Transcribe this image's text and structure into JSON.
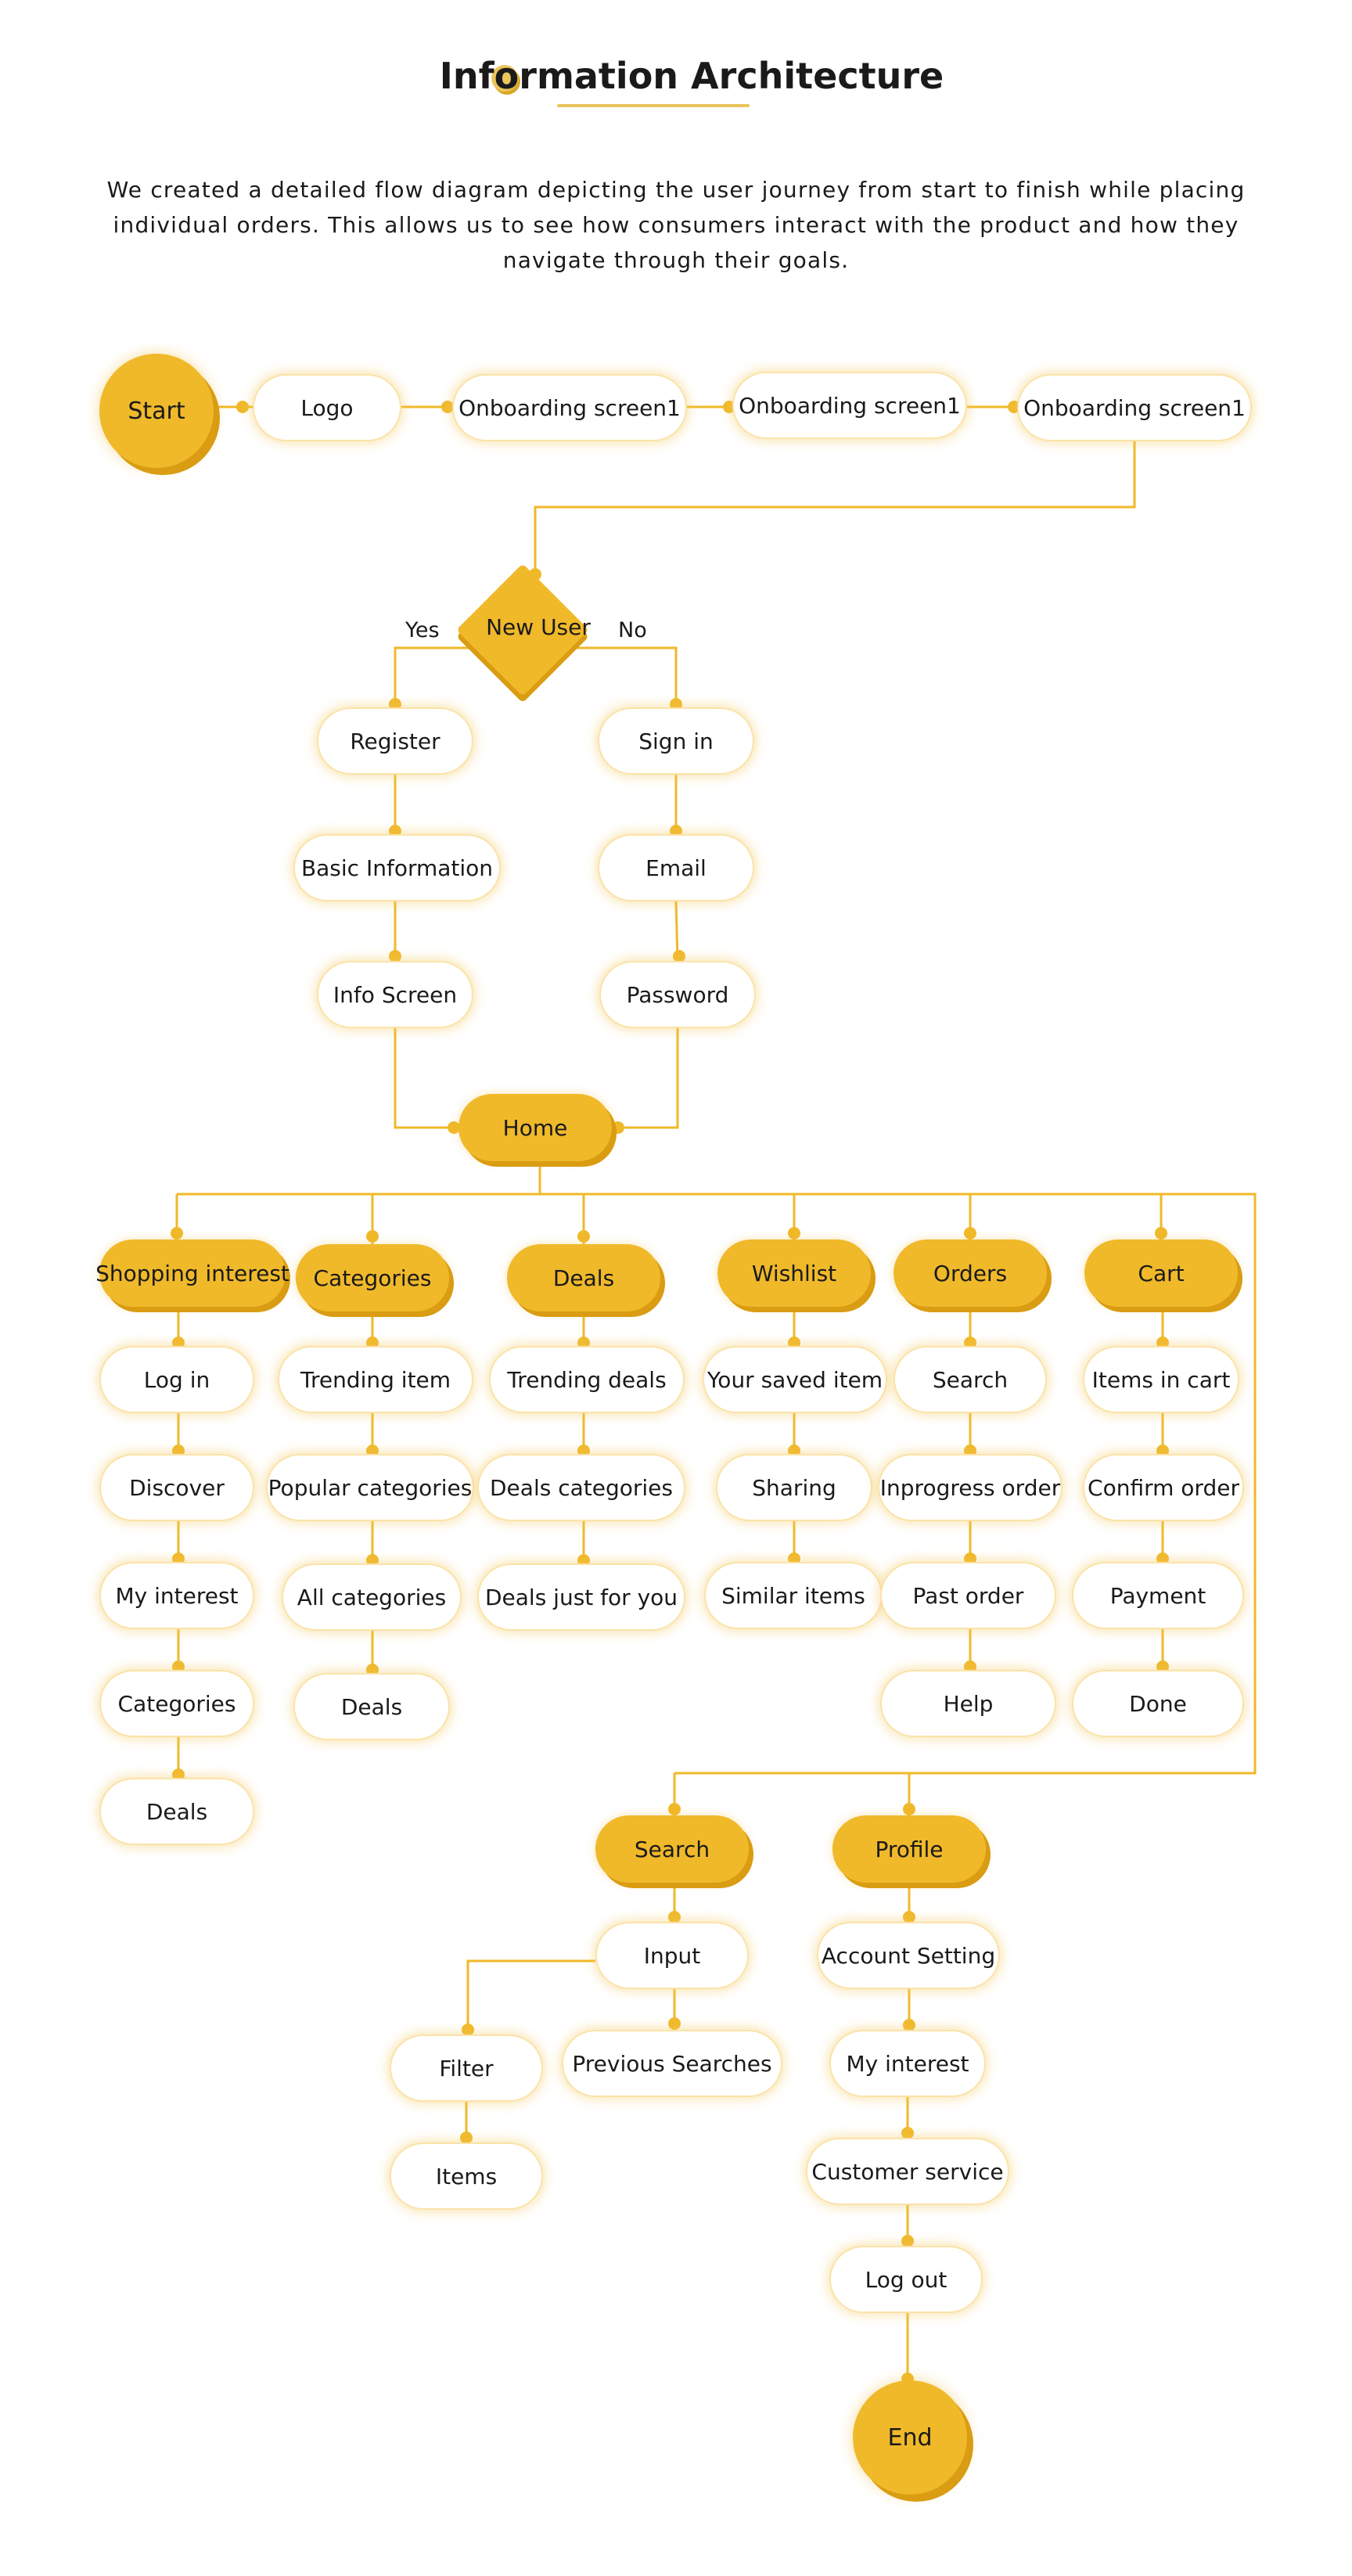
{
  "header": {
    "title": "Information Architecture",
    "description": "We created a detailed flow diagram depicting the user journey from start to finish while placing individual orders. This allows us to see how consumers interact with the product and how they navigate through their goals."
  },
  "colors": {
    "accent": "#f0b92a",
    "accent_dark": "#d99c12",
    "line": "#f0b92a",
    "glow": "#fbe3a8"
  },
  "flow": {
    "start": "Start",
    "top_row": [
      "Logo",
      "Onboarding screen1",
      "Onboarding screen1",
      "Onboarding screen1"
    ],
    "decision": {
      "label": "New User",
      "yes": "Yes",
      "no": "No"
    },
    "register_path": [
      "Register",
      "Basic Information",
      "Info Screen"
    ],
    "signin_path": [
      "Sign in",
      "Email",
      "Password"
    ],
    "home": "Home",
    "columns": [
      {
        "head": "Shopping interest",
        "items": [
          "Log in",
          "Discover",
          "My interest",
          "Categories",
          "Deals"
        ]
      },
      {
        "head": "Categories",
        "items": [
          "Trending item",
          "Popular categories",
          "All categories",
          "Deals"
        ]
      },
      {
        "head": "Deals",
        "items": [
          "Trending deals",
          "Deals categories",
          "Deals just for you"
        ]
      },
      {
        "head": "Wishlist",
        "items": [
          "Your saved item",
          "Sharing",
          "Similar items"
        ]
      },
      {
        "head": "Orders",
        "items": [
          "Search",
          "Inprogress order",
          "Past order",
          "Help"
        ]
      },
      {
        "head": "Cart",
        "items": [
          "Items in cart",
          "Confirm order",
          "Payment",
          "Done"
        ]
      }
    ],
    "search": {
      "head": "Search",
      "input": "Input",
      "filter": "Filter",
      "items": "Items",
      "previous": "Previous Searches"
    },
    "profile": {
      "head": "Profile",
      "items": [
        "Account Setting",
        "My interest",
        "Customer service",
        "Log out"
      ]
    },
    "end": "End"
  }
}
